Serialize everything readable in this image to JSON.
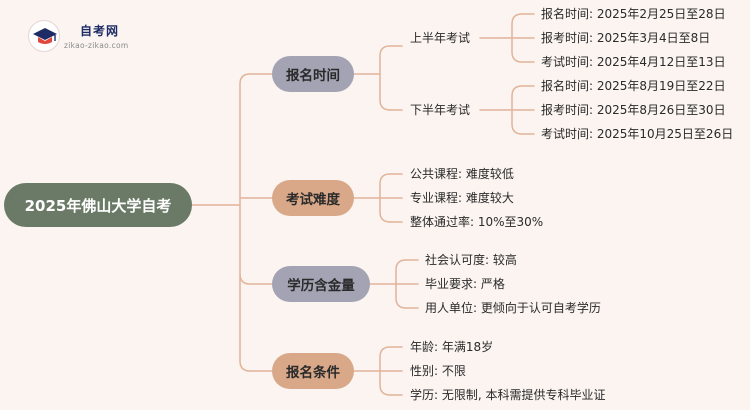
{
  "logo": {
    "icon": "graduation-cap-icon",
    "brand": "自考网",
    "url": "zikao-zikao.com"
  },
  "root": {
    "label": "2025年佛山大学自考"
  },
  "branches": [
    {
      "label": "报名时间",
      "groups": [
        {
          "label": "上半年考试",
          "items": [
            "报名时间: 2025年2月25日至28日",
            "报考时间: 2025年3月4日至8日",
            "考试时间: 2025年4月12日至13日"
          ]
        },
        {
          "label": "下半年考试",
          "items": [
            "报名时间: 2025年8月19日至22日",
            "报考时间: 2025年8月26日至30日",
            "考试时间: 2025年10月25日至26日"
          ]
        }
      ]
    },
    {
      "label": "考试难度",
      "items": [
        "公共课程: 难度较低",
        "专业课程: 难度较大",
        "整体通过率: 10%至30%"
      ]
    },
    {
      "label": "学历含金量",
      "items": [
        "社会认可度: 较高",
        "毕业要求: 严格",
        "用人单位: 更倾向于认可自考学历"
      ]
    },
    {
      "label": "报名条件",
      "items": [
        "年龄: 年满18岁",
        "性别: 不限",
        "学历: 无限制, 本科需提供专科毕业证"
      ]
    }
  ],
  "colors": {
    "background": "#fbf4f0",
    "root": "#6b7a67",
    "branch_grey": "#a4a3b4",
    "branch_tan": "#d8a889",
    "line": "#e2b49a"
  }
}
